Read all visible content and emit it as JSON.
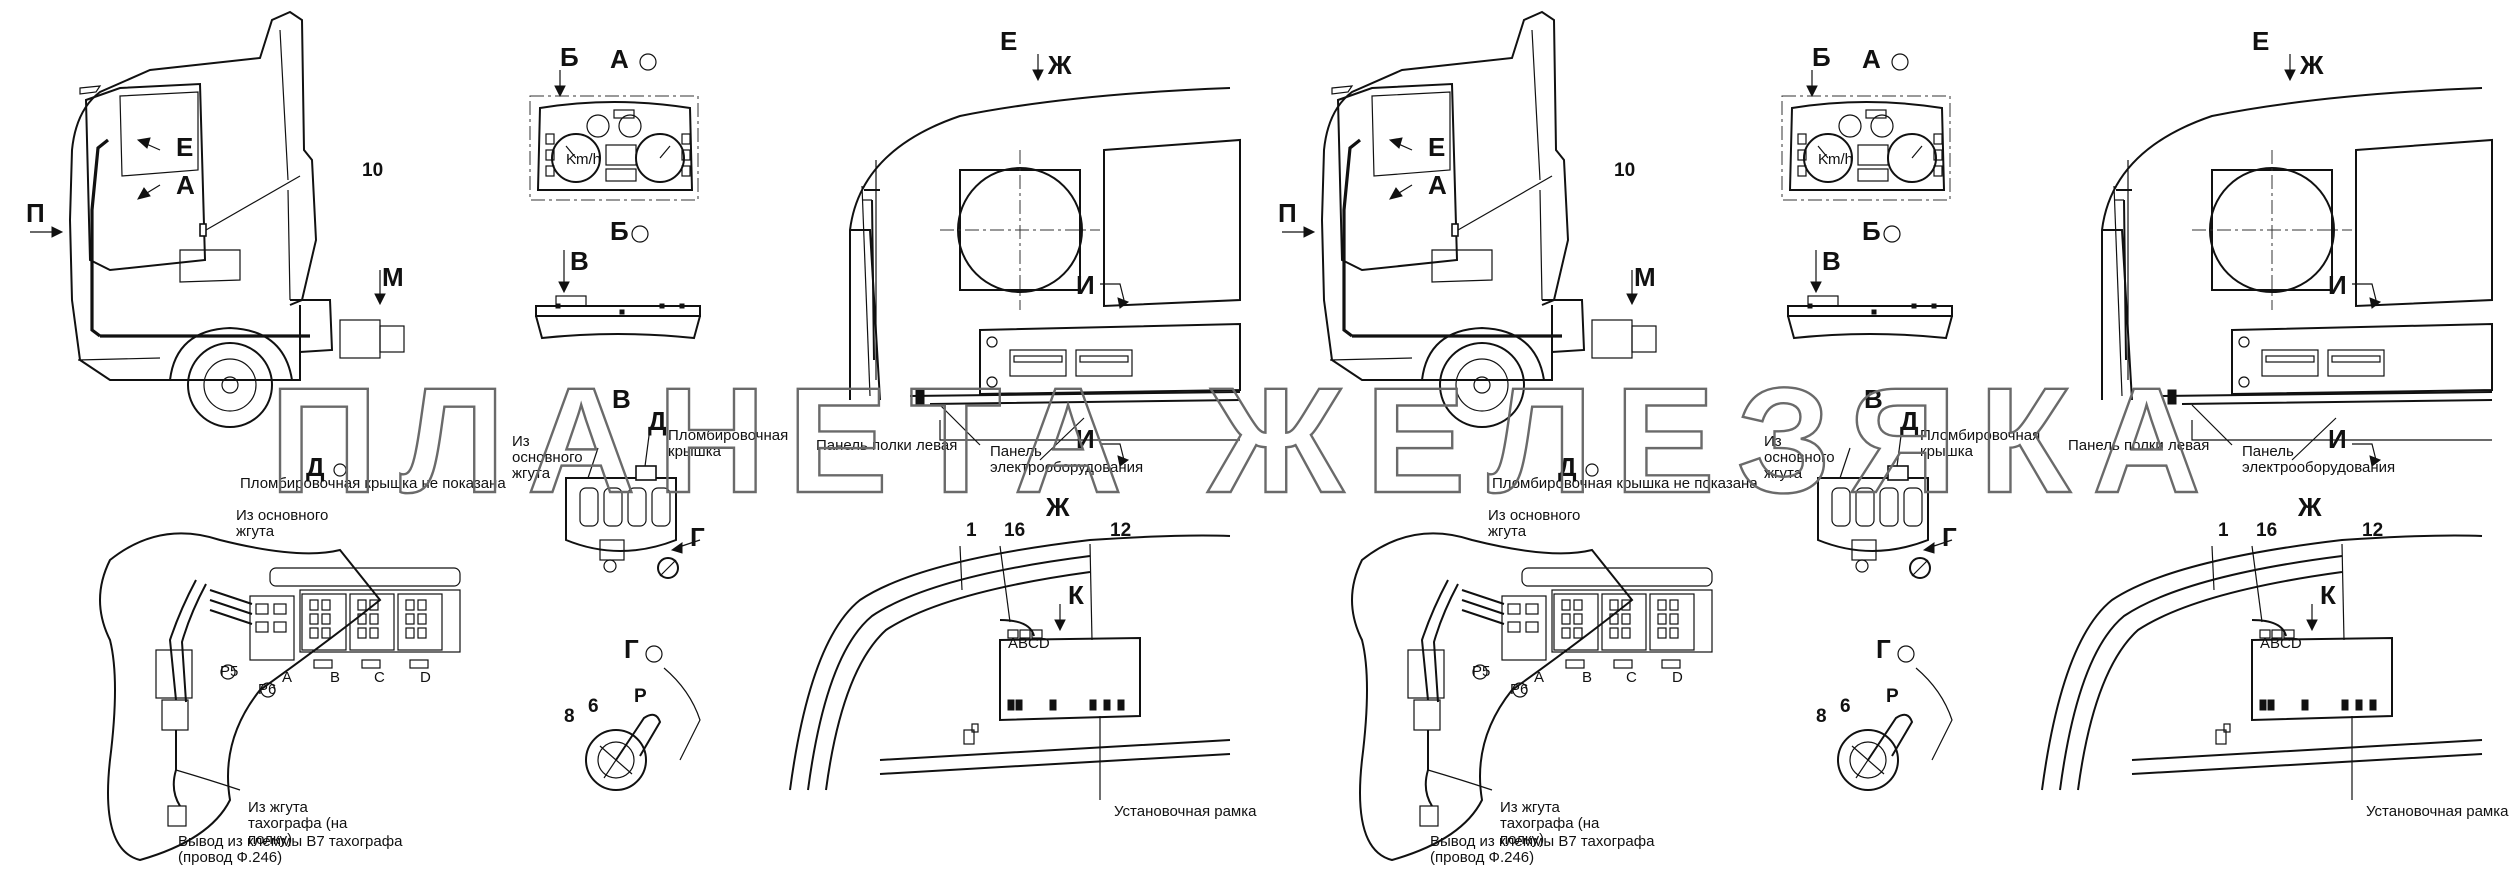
{
  "watermark": "ПЛАНЕТА ЖЕЛЕЗЯКА",
  "label_size": 15,
  "panels": [
    {
      "cab": {
        "P": "П",
        "E": "Е",
        "A": "А",
        "part10": "10",
        "M": "М",
        "D": "Д"
      },
      "seal_note": "Пломбировочная крышка не показана",
      "view_B": "Б",
      "view_A": "А",
      "view_Bpanel": "Б",
      "view_V": "В",
      "view_Vdetail": "В",
      "view_Ddetail": "Д",
      "from_harness_top": "Из основного жгута",
      "seal_cover": "Пломбировочная крышка",
      "view_G": "Г",
      "kmh": "Km/h",
      "from_harness_main": "Из основного жгута",
      "tacho_harness": "Из жгута тахографа (на полку)",
      "b7_output": "Вывод из клеммы B7 тахографа (провод Ф.246)",
      "conn_cols": [
        "A",
        "B",
        "C",
        "D"
      ],
      "p5": "P5",
      "p6": "P6",
      "view_Gdetail": "Г",
      "part8": "8",
      "part6": "6",
      "partR": "Р",
      "view_E": "Е",
      "view_Zh": "Ж",
      "view_I": "И",
      "view_I2": "И",
      "shelf_panel": "Панель полки левая",
      "el_panel": "Панель электрооборудования",
      "view_Zh2": "Ж",
      "part1": "1",
      "part16": "16",
      "part12": "12",
      "view_K": "К",
      "abcd": "ABCD",
      "mount_frame": "Установочная рамка"
    },
    {
      "cab": {
        "P": "П",
        "E": "Е",
        "A": "А",
        "part10": "10",
        "M": "М",
        "D": "Д"
      },
      "seal_note": "Пломбировочная крышка не показана",
      "view_B": "Б",
      "view_A": "А",
      "view_Bpanel": "Б",
      "view_V": "В",
      "view_Vdetail": "В",
      "view_Ddetail": "Д",
      "from_harness_top": "Из основного жгута",
      "seal_cover": "Пломбировочная крышка",
      "view_G": "Г",
      "kmh": "Km/h",
      "from_harness_main": "Из основного жгута",
      "tacho_harness": "Из жгута тахографа (на полку)",
      "b7_output": "Вывод из клеммы B7 тахографа (провод Ф.246)",
      "conn_cols": [
        "A",
        "B",
        "C",
        "D"
      ],
      "p5": "P5",
      "p6": "P6",
      "view_Gdetail": "Г",
      "part8": "8",
      "part6": "6",
      "partR": "Р",
      "view_E": "Е",
      "view_Zh": "Ж",
      "view_I": "И",
      "view_I2": "И",
      "shelf_panel": "Панель полки левая",
      "el_panel": "Панель электрооборудования",
      "view_Zh2": "Ж",
      "part1": "1",
      "part16": "16",
      "part12": "12",
      "view_K": "К",
      "abcd": "ABCD",
      "mount_frame": "Установочная рамка"
    }
  ]
}
